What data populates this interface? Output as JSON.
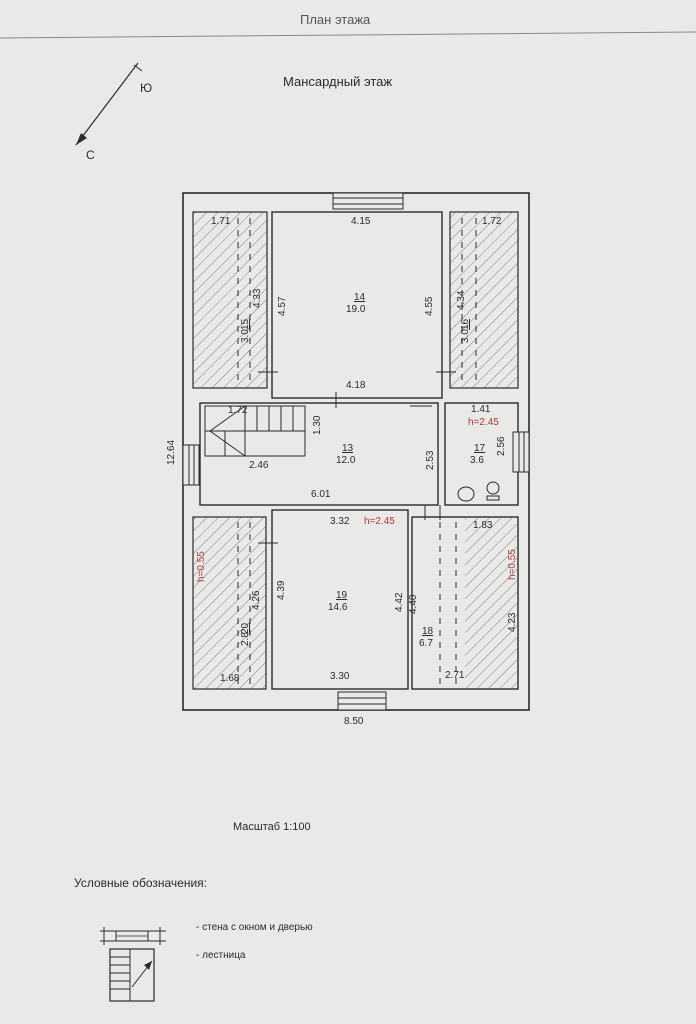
{
  "header": {
    "title": "План этажа"
  },
  "plan": {
    "subtitle": "Мансардный этаж",
    "compass": {
      "north": "Ю",
      "south": "С"
    },
    "overall": {
      "width": "8.50",
      "height": "12.64"
    },
    "rooms": [
      {
        "id": "14",
        "area": "19.0",
        "dims": [
          "4.15",
          "4.57",
          "4.55",
          "4.18"
        ]
      },
      {
        "id": "15",
        "area": "3.0",
        "dims": [
          "1.71",
          "4.33"
        ]
      },
      {
        "id": "16",
        "area": "3.0",
        "dims": [
          "1.72",
          "4.34"
        ]
      },
      {
        "id": "13",
        "area": "12.0",
        "dims": [
          "1.72",
          "1.30",
          "2.46",
          "2.53",
          "6.01"
        ]
      },
      {
        "id": "17",
        "area": "3.6",
        "dims": [
          "1.41",
          "2.56"
        ],
        "height": "h=2.45"
      },
      {
        "id": "19",
        "area": "14.6",
        "dims": [
          "3.32",
          "4.39",
          "4.42",
          "3.30"
        ],
        "height": "h=2.45"
      },
      {
        "id": "20",
        "area": "2.8",
        "dims": [
          "1.68",
          "4.26"
        ],
        "height": "h=0.55"
      },
      {
        "id": "18",
        "area": "6.7",
        "dims": [
          "1.83",
          "4.40",
          "4.23",
          "2.71"
        ],
        "height": "h=0.55"
      }
    ]
  },
  "scale_label": "Масштаб 1:100",
  "legend": {
    "title": "Условные обозначения:",
    "items": [
      "- стена с окном и  дверью",
      "- лестница"
    ]
  },
  "colors": {
    "line": "#2b2b2b",
    "accent": "#b23a3a",
    "paper": "#e9e9e7"
  }
}
